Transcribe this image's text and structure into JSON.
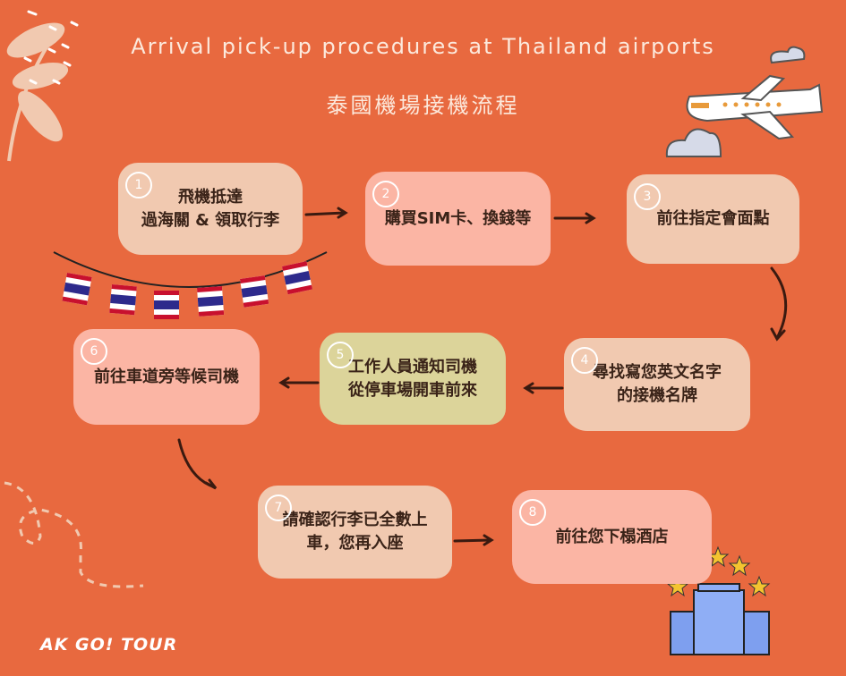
{
  "title_en": "Arrival pick-up procedures at Thailand airports",
  "title_zh": "泰國機場接機流程",
  "steps": [
    {
      "num": "1",
      "text": "飛機抵達\n過海關 & 領取行李"
    },
    {
      "num": "2",
      "text": "購買SIM卡、換錢等"
    },
    {
      "num": "3",
      "text": "前往指定會面點"
    },
    {
      "num": "4",
      "text": "尋找寫您英文名字\n的接機名牌"
    },
    {
      "num": "5",
      "text": "工作人員通知司機\n從停車場開車前來"
    },
    {
      "num": "6",
      "text": "前往車道旁等候司機"
    },
    {
      "num": "7",
      "text": "請確認行李已全數上\n車，您再入座"
    },
    {
      "num": "8",
      "text": "前往您下榻酒店"
    }
  ],
  "logo": "AK GO! TOUR",
  "colors": {
    "background": "#E8693F",
    "peach": "#F1C9B0",
    "pink": "#FBB5A4",
    "khaki": "#DCD49A",
    "text": "#3A2318"
  }
}
